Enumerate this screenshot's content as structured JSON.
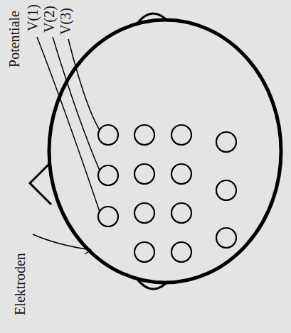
{
  "diagram": {
    "labels": [
      "Potentiale",
      "V(1)",
      "V(2)",
      "V(3)",
      "Elektroden"
    ]
  }
}
